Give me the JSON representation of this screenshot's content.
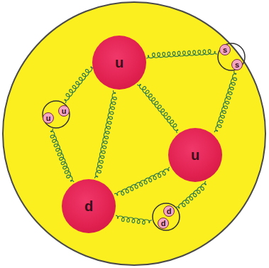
{
  "diagram": {
    "nodes": [
      {
        "text": [
          "u"
        ]
      },
      {
        "text": [
          "s"
        ]
      },
      {
        "text": [
          "s"
        ]
      },
      {
        "text": [
          "u"
        ]
      },
      {
        "text": [
          "u"
        ]
      },
      {
        "text": [
          "u"
        ]
      },
      {
        "text": [
          "d"
        ]
      },
      {
        "text": [
          "d"
        ]
      },
      {
        "text": [
          "d"
        ]
      }
    ],
    "edges": [
      {
        "from": 0,
        "to": 5,
        "arrow": "none"
      },
      {
        "from": 0,
        "to": 6,
        "arrow": "none"
      },
      {
        "from": 5,
        "to": 6,
        "arrow": "none"
      }
    ]
  }
}
